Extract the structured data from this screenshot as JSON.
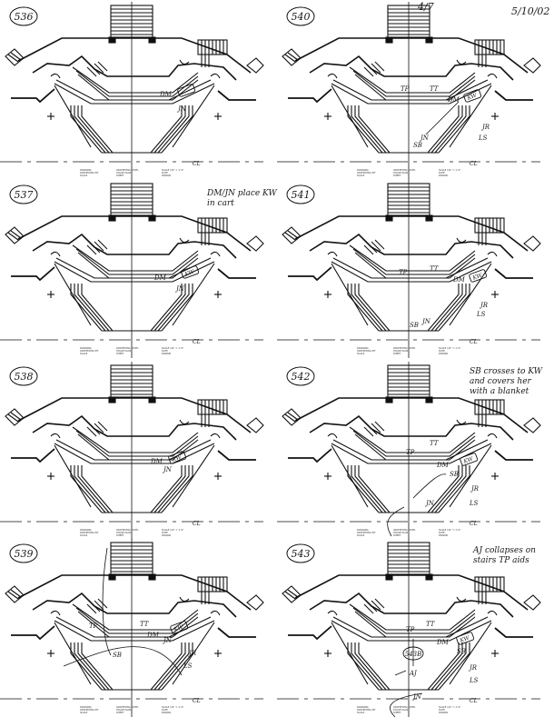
{
  "page": {
    "top_marks": {
      "count": "4/7",
      "date": "5/10/02"
    }
  },
  "title_block": {
    "left": [
      "DRAWING",
      "ORCHESTRA PIT",
      "SCALE"
    ],
    "center": [
      "ORCHESTRA LEVEL",
      "STAGE PLAN",
      "SHEET"
    ],
    "right": [
      "SCALE 1/4\" = 1'-0\"",
      "DATE",
      "DRAWN"
    ]
  },
  "centerline_mark": "CL",
  "panels": [
    {
      "id": "536",
      "labels": [
        {
          "text": "DM"
        },
        {
          "text": "JN"
        }
      ],
      "boxed": [
        {
          "text": ""
        }
      ],
      "note": ""
    },
    {
      "id": "537",
      "labels": [
        {
          "text": "DM"
        },
        {
          "text": "JN"
        }
      ],
      "boxed": [
        {
          "text": "KW"
        }
      ],
      "note": "DM/JN place KW in cart"
    },
    {
      "id": "538",
      "labels": [
        {
          "text": "DM"
        },
        {
          "text": "JN"
        }
      ],
      "boxed": [
        {
          "text": "KW"
        }
      ],
      "note": ""
    },
    {
      "id": "539",
      "labels": [
        {
          "text": "TP"
        },
        {
          "text": "TT"
        },
        {
          "text": "DM"
        },
        {
          "text": "JN"
        },
        {
          "text": "SB"
        },
        {
          "text": "JR"
        },
        {
          "text": "LS"
        }
      ],
      "boxed": [
        {
          "text": "KW"
        }
      ],
      "note": ""
    },
    {
      "id": "540",
      "labels": [
        {
          "text": "TP"
        },
        {
          "text": "TT"
        },
        {
          "text": "DM"
        },
        {
          "text": "JN"
        },
        {
          "text": "SB"
        },
        {
          "text": "JR"
        },
        {
          "text": "LS"
        }
      ],
      "boxed": [
        {
          "text": "KW"
        }
      ],
      "note": ""
    },
    {
      "id": "541",
      "labels": [
        {
          "text": "TP"
        },
        {
          "text": "TT"
        },
        {
          "text": "DM"
        },
        {
          "text": "JN"
        },
        {
          "text": "SB"
        },
        {
          "text": "JR"
        },
        {
          "text": "LS"
        }
      ],
      "boxed": [
        {
          "text": "KW"
        }
      ],
      "note": ""
    },
    {
      "id": "542",
      "labels": [
        {
          "text": "TP"
        },
        {
          "text": "TT"
        },
        {
          "text": "DM"
        },
        {
          "text": "SB"
        },
        {
          "text": "JN"
        },
        {
          "text": "JR"
        },
        {
          "text": "LS"
        }
      ],
      "boxed": [
        {
          "text": "KW"
        }
      ],
      "note": "SB crosses to KW and covers her with a blanket"
    },
    {
      "id": "543",
      "labels": [
        {
          "text": "TP"
        },
        {
          "text": "TT"
        },
        {
          "text": "DM"
        },
        {
          "text": "SB"
        },
        {
          "text": "AJ"
        },
        {
          "text": "JN"
        },
        {
          "text": "JR"
        },
        {
          "text": "LS"
        }
      ],
      "boxed": [
        {
          "text": "KW"
        }
      ],
      "subcue": "543B",
      "note": "AJ collapses on stairs TP aids"
    }
  ]
}
